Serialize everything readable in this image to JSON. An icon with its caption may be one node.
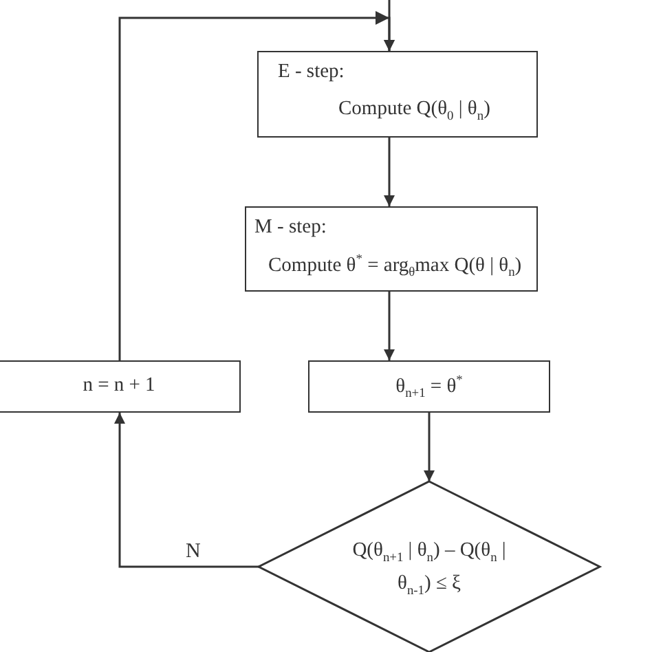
{
  "diagram": {
    "nodes": [
      {
        "text": [
          "E - step:",
          "Compute  Q(θ$_{0}$ | θ$_{n}$)"
        ]
      },
      {
        "text": [
          "M - step:",
          "Compute θ$^{*}$ = arg$_{θ}$max  Q(θ | θ$_{n}$)"
        ]
      },
      {
        "text": [
          "n = n + 1"
        ]
      },
      {
        "text": [
          "θ$_{n+1}$ = θ$^{*}$"
        ]
      },
      {
        "text": [
          "Q(θ$_{n+1}$ | θ$_{n}$) – Q(θ$_{n}$ | θ$_{n-1}$) ≤ ξ"
        ]
      }
    ],
    "edges": [
      {
        "from": null,
        "to": 0,
        "arrow": "to"
      },
      {
        "from": 0,
        "to": 1,
        "arrow": "to"
      },
      {
        "from": 1,
        "to": 3,
        "arrow": "to"
      },
      {
        "from": 3,
        "to": 4,
        "arrow": "to"
      },
      {
        "from": 4,
        "to": 2,
        "arrow": "to",
        "label": "N"
      },
      {
        "from": 2,
        "to": 0,
        "arrow": "to"
      }
    ]
  }
}
